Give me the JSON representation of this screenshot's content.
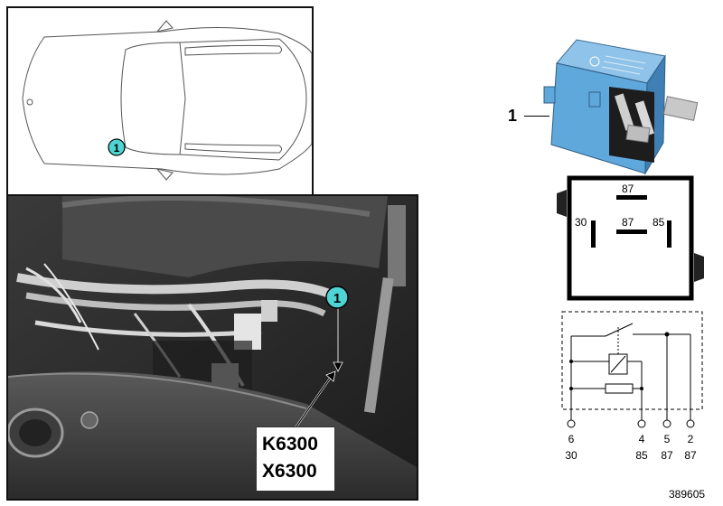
{
  "car_panel": {
    "callout": "1"
  },
  "photo_panel": {
    "callout": "1",
    "connector_labels": [
      "K6300",
      "X6300"
    ]
  },
  "relay": {
    "callout": "1",
    "body_color": "#5fa8dc"
  },
  "pinout": {
    "pins": [
      {
        "label": "87"
      },
      {
        "label": "30"
      },
      {
        "label": "87"
      },
      {
        "label": "85"
      }
    ]
  },
  "schematic": {
    "terminals": [
      {
        "num": "6",
        "name": "30"
      },
      {
        "num": "4",
        "name": "85"
      },
      {
        "num": "5",
        "name": "87"
      },
      {
        "num": "2",
        "name": "87"
      }
    ]
  },
  "doc_id": "389605",
  "accent_color": "#4fd4d4"
}
